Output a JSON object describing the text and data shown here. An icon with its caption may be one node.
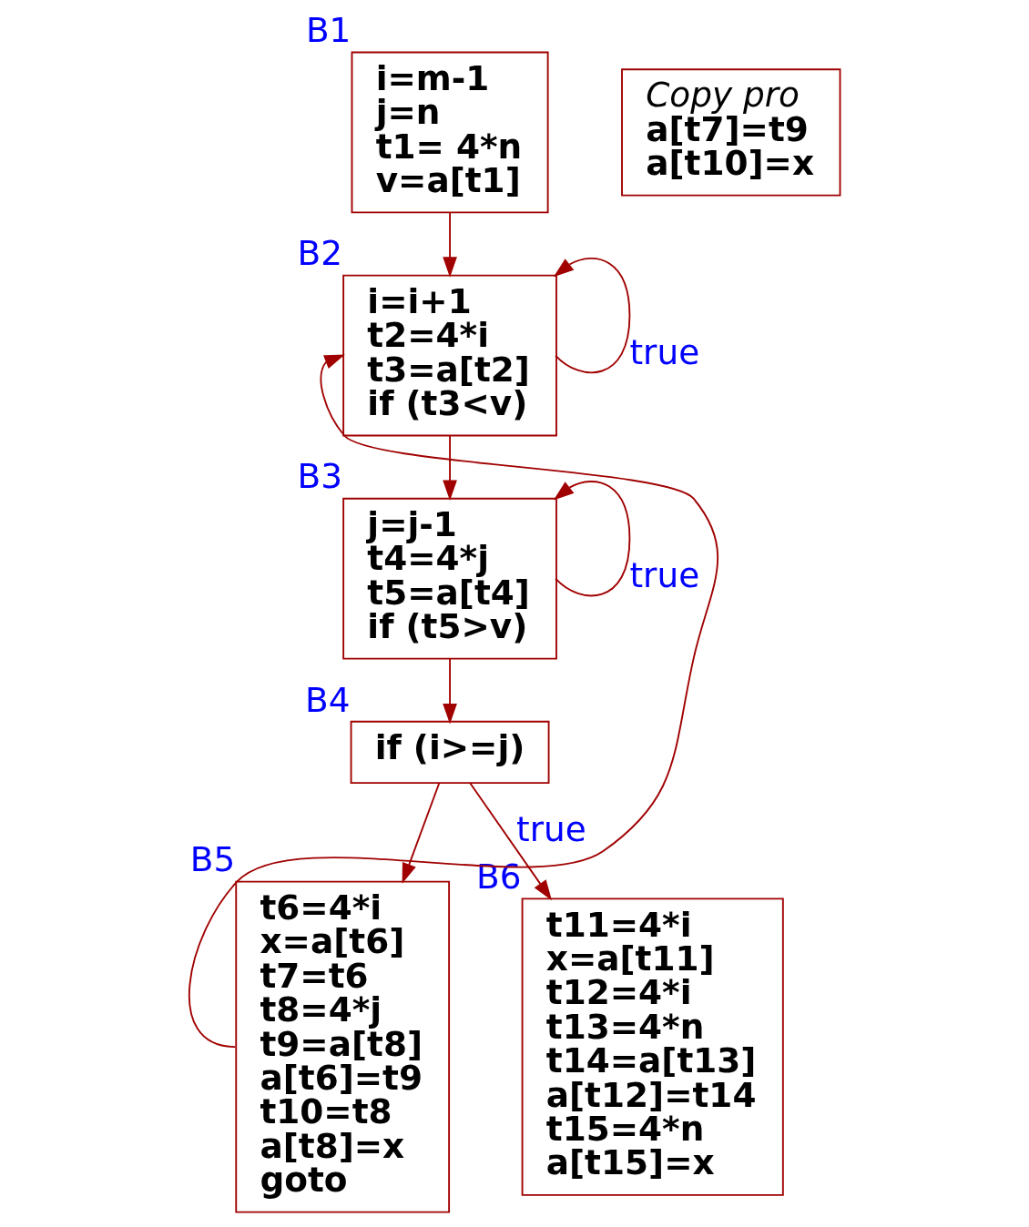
{
  "diagram": {
    "nodes": [
      {
        "text": [
          "i=m-1",
          "j=n",
          "t1= 4*n",
          "v=a[t1]"
        ],
        "beside": [
          "B1"
        ]
      },
      {
        "text": [
          "i=i+1",
          "t2=4*i",
          "t3=a[t2]",
          "if (t3<v)"
        ],
        "beside": [
          "B2"
        ]
      },
      {
        "text": [
          "j=j-1",
          "t4=4*j",
          "t5=a[t4]",
          "if (t5>v)"
        ],
        "beside": [
          "B3"
        ]
      },
      {
        "text": [
          "if (i>=j)"
        ],
        "beside": [
          "B4"
        ]
      },
      {
        "text": [
          "t6=4*i",
          "x=a[t6]",
          "t7=t6",
          "t8=4*j",
          "t9=a[t8]",
          "a[t6]=t9",
          "t10=t8",
          "a[t8]=x",
          "goto"
        ],
        "beside": [
          "B5"
        ]
      },
      {
        "text": [
          "t11=4*i",
          "x=a[t11]",
          "t12=4*i",
          "t13=4*n",
          "t14=a[t13]",
          "a[t12]=t14",
          "t15=4*n",
          "a[t15]=x"
        ],
        "beside": [
          "B6"
        ]
      },
      {
        "text": [
          "Copy pro",
          "a[t7]=t9",
          "a[t10]=x"
        ]
      }
    ],
    "edges": [
      {
        "from": 0,
        "to": 1,
        "arrow": "to"
      },
      {
        "from": 1,
        "to": 1,
        "arrow": "to",
        "label": "true"
      },
      {
        "from": 1,
        "to": 2,
        "arrow": "to"
      },
      {
        "from": 2,
        "to": 2,
        "arrow": "to",
        "label": "true"
      },
      {
        "from": 2,
        "to": 3,
        "arrow": "to"
      },
      {
        "from": 3,
        "to": 4,
        "arrow": "to"
      },
      {
        "from": 3,
        "to": 5,
        "arrow": "to",
        "label": "true"
      },
      {
        "from": 4,
        "to": 1,
        "arrow": "to"
      }
    ]
  }
}
